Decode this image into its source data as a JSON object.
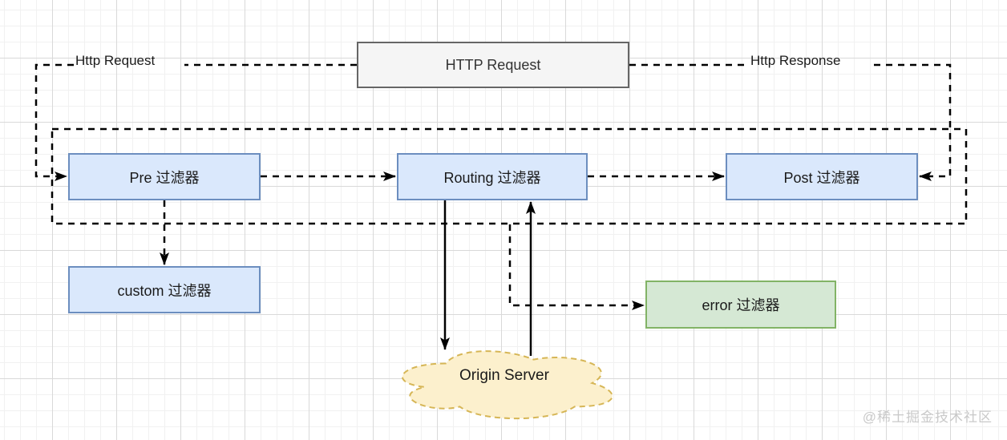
{
  "diagram": {
    "http_request_box": "HTTP Request",
    "request_label": "Http Request",
    "response_label": "Http Response",
    "nodes": {
      "pre": "Pre 过滤器",
      "routing": "Routing 过滤器",
      "post": "Post 过滤器",
      "custom": "custom 过滤器",
      "error": "error 过滤器",
      "origin": "Origin Server"
    },
    "colors": {
      "filter_fill": "#dae8fc",
      "filter_border": "#6c8ebf",
      "error_fill": "#d5e8d4",
      "error_border": "#82b366",
      "cloud_fill": "#fcf0cd",
      "cloud_border": "#d6b656",
      "request_fill": "#f5f5f5",
      "request_border": "#666666",
      "connector": "#000000"
    },
    "watermark": "@稀土掘金技术社区"
  }
}
